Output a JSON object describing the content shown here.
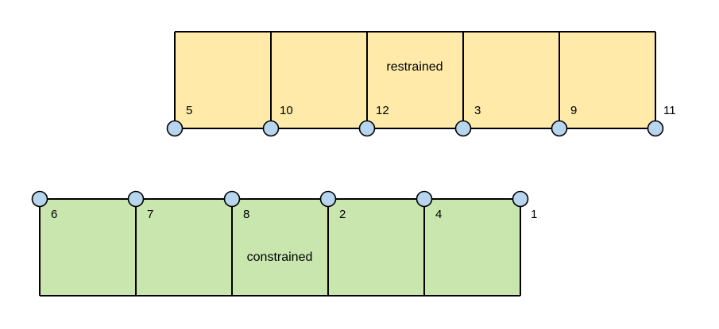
{
  "colors": {
    "restrained_fill": "#ffeaaa",
    "constrained_fill": "#c8e6ae",
    "node_fill": "#b7d5ef",
    "stroke": "#000000"
  },
  "restrained": {
    "label": "restrained",
    "nodes": [
      "5",
      "10",
      "12",
      "3",
      "9",
      "11"
    ]
  },
  "constrained": {
    "label": "constrained",
    "nodes": [
      "6",
      "7",
      "8",
      "2",
      "4",
      "1"
    ]
  }
}
